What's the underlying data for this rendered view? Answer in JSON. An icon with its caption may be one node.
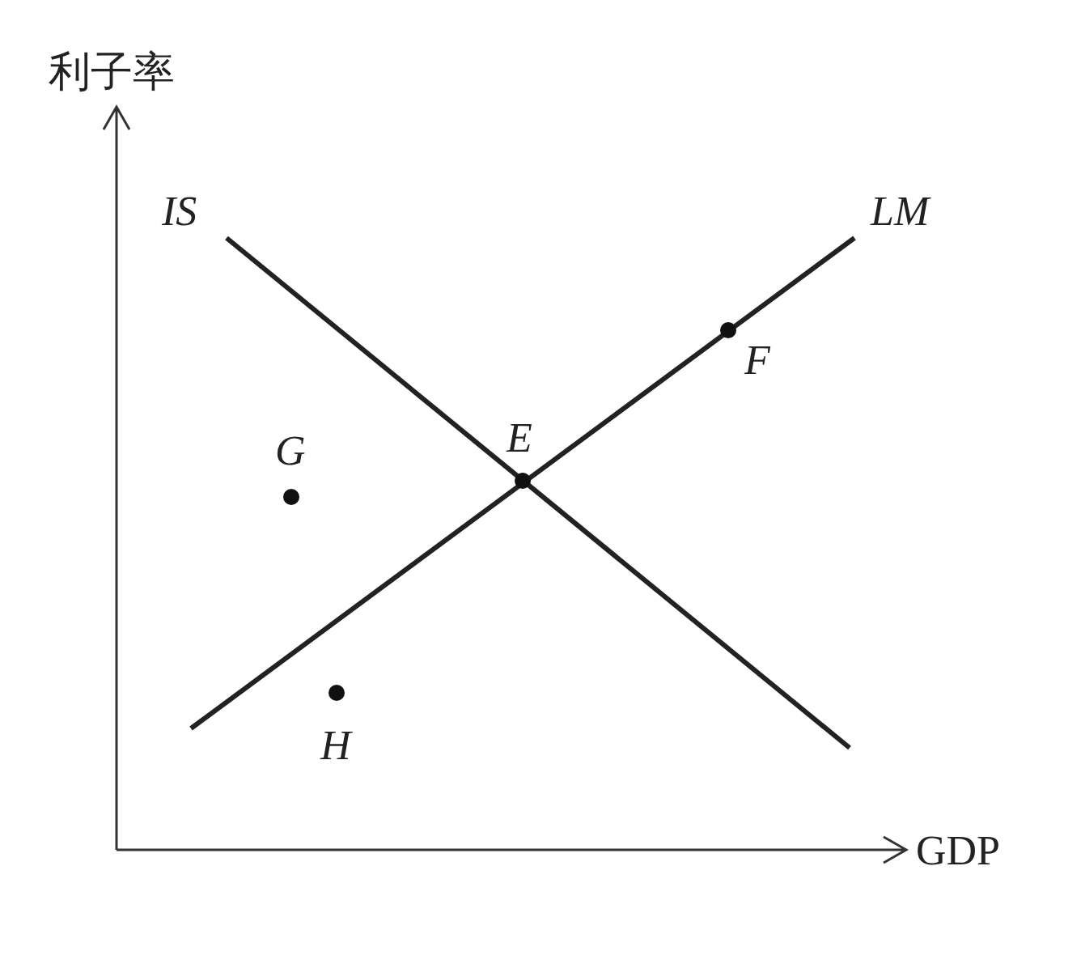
{
  "diagram": {
    "labels": [
      "利子率",
      "IS",
      "LM",
      "F",
      "E",
      "G",
      "H",
      "GDP"
    ]
  }
}
